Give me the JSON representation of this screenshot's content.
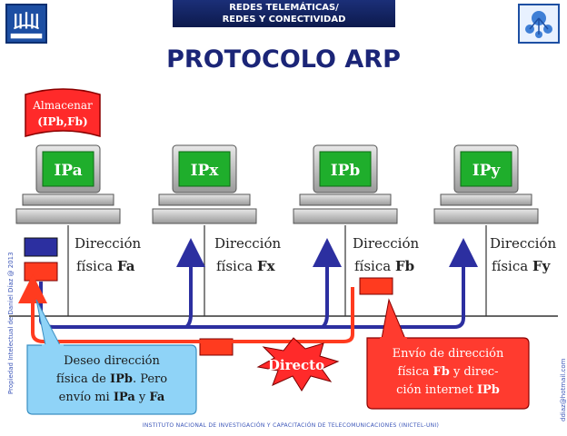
{
  "header": {
    "banner_line1": "REDES TELEMÁTICAS/",
    "banner_line2": "REDES Y CONECTIVIDAD",
    "title": "PROTOCOLO ARP"
  },
  "store_flag": {
    "line1": "Almacenar",
    "line2": "(IPb,Fb)"
  },
  "computers": [
    {
      "label": "IPa",
      "addr_line1": "Dirección",
      "addr_prefix": "física ",
      "addr_bold": "Fa"
    },
    {
      "label": "IPx",
      "addr_line1": "Dirección",
      "addr_prefix": "física ",
      "addr_bold": "Fx"
    },
    {
      "label": "IPb",
      "addr_line1": "Dirección",
      "addr_prefix": "física ",
      "addr_bold": "Fb"
    },
    {
      "label": "IPy",
      "addr_line1": "Dirección",
      "addr_prefix": "física ",
      "addr_bold": "Fy"
    }
  ],
  "burst_label": "Directo",
  "callout_blue": {
    "line1": "Deseo dirección",
    "line2_prefix": "física de ",
    "line2_bold": "IPb",
    "line2_suffix": ". Pero",
    "line3_prefix": "envío mi ",
    "line3_bold1": "IPa",
    "line3_mid": " y ",
    "line3_bold2": "Fa"
  },
  "callout_red": {
    "line1": "Envío de dirección",
    "line2_prefix": "física ",
    "line2_bold": "Fb",
    "line2_suffix": " y direc-",
    "line3_prefix": "ción internet ",
    "line3_bold": "IPb"
  },
  "side_left_text": "Propiedad Intelectual de Daniel Díaz @ 2013",
  "side_right_text": "ddiaz@hotmail.com",
  "footer_text": "INSTITUTO NACIONAL DE INVESTIGACIÓN Y CAPACITACIÓN DE TELECOMUNICACIONES (INICTEL-UNI)",
  "colors": {
    "title": "#1b2577",
    "blue_arrow": "#2c2fa0",
    "red_arrow": "#ff3b1f",
    "screen": "#1fae2c",
    "callout_blue": "#8fd3f7",
    "callout_red": "#ff3b2f"
  }
}
